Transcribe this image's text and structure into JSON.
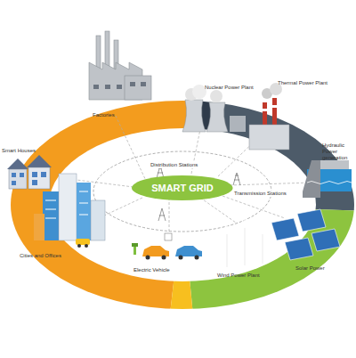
{
  "diagram": {
    "nodes": [
      {
        "text": [
          "SMART GRID"
        ]
      }
    ],
    "labels": [
      "Nuclear Power Plant",
      "Thermal Power Plant",
      "Hydraulic Power generation",
      "Factories",
      "Smart Houses",
      "Distribution Stations",
      "Transmission Stations",
      "Cities and Offices",
      "Electric Vehicle",
      "Wind Power Plant",
      "Solar Power"
    ]
  }
}
